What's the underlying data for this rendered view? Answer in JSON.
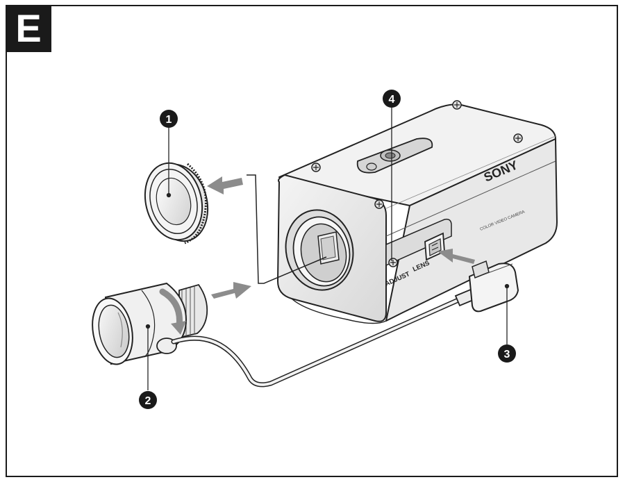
{
  "section_letter": "E",
  "brand": "SONY",
  "model_text": "COLOR VIDEO CAMERA",
  "label_adjust": "ADJUST",
  "label_lens": "LENS",
  "callouts": [
    "1",
    "2",
    "3",
    "4"
  ]
}
